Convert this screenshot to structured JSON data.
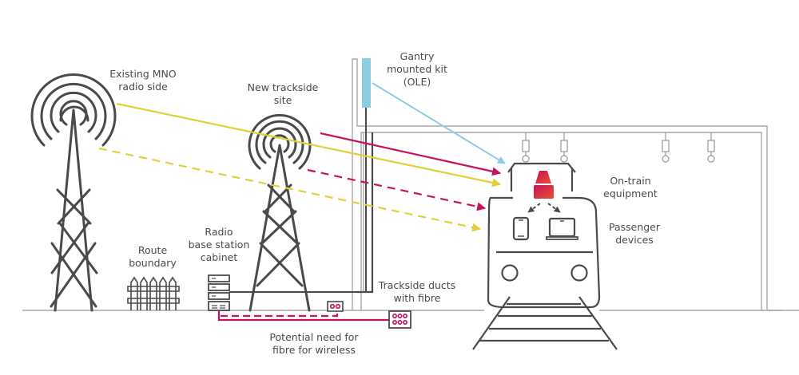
{
  "diagram": {
    "labels": {
      "existing_mno": [
        "Existing MNO",
        "radio side"
      ],
      "new_trackside": [
        "New trackside",
        "site"
      ],
      "gantry": [
        "Gantry",
        "mounted kit",
        "(OLE)"
      ],
      "on_train": [
        "On-train",
        "equipment"
      ],
      "passenger": [
        "Passenger",
        "devices"
      ],
      "route_boundary": [
        "Route",
        "boundary"
      ],
      "rbs_cabinet": [
        "Radio",
        "base station",
        "cabinet"
      ],
      "trackside_ducts": [
        "Trackside ducts",
        "with fibre"
      ],
      "potential_fibre": [
        "Potential need for",
        "fibre for wireless"
      ]
    },
    "colors": {
      "yellow_link": "#e2cf3a",
      "magenta_link": "#c8125e",
      "blue_link": "#8ccde6",
      "outline": "#4a4a4a",
      "light_outline": "#a8a8a8",
      "equipment_gradient_start": "#c8125e",
      "equipment_gradient_end": "#e8512a"
    },
    "links": [
      {
        "from": "existing-mno-mast",
        "to": "on-train-equipment",
        "color": "yellow",
        "style": "solid"
      },
      {
        "from": "existing-mno-mast",
        "to": "passenger-devices",
        "color": "yellow",
        "style": "dashed"
      },
      {
        "from": "new-trackside-mast",
        "to": "on-train-equipment",
        "color": "magenta",
        "style": "solid"
      },
      {
        "from": "new-trackside-mast",
        "to": "passenger-devices",
        "color": "magenta",
        "style": "dashed"
      },
      {
        "from": "gantry-kit",
        "to": "on-train-equipment",
        "color": "blue",
        "style": "solid"
      }
    ]
  }
}
